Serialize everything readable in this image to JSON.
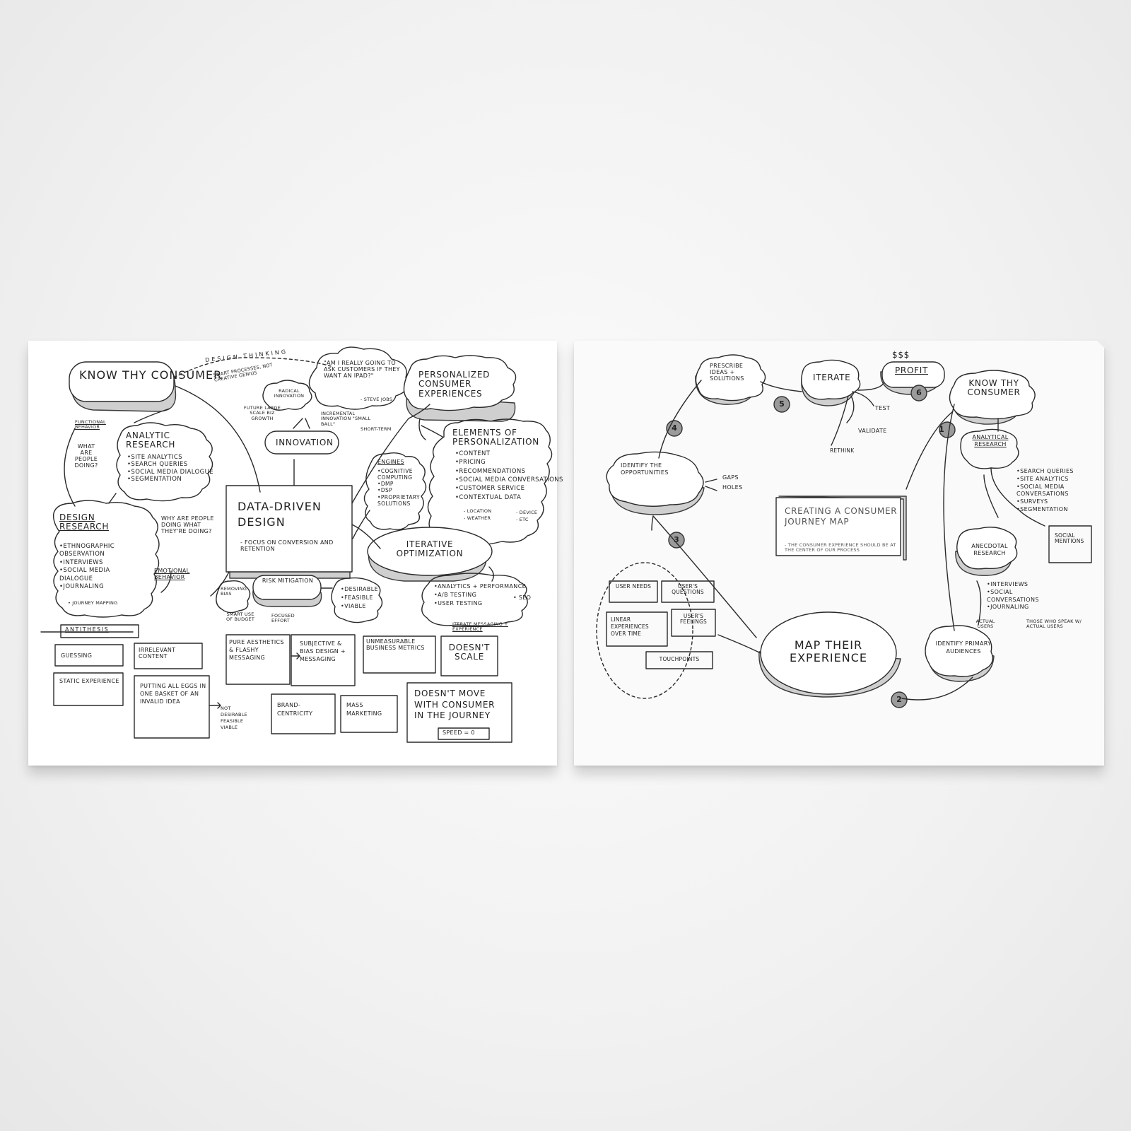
{
  "sheet_left": {
    "know_thy_consumer": "Know thy consumer",
    "design_thinking": "Design thinking",
    "smart_processes": "Smart processes, not creative genius",
    "quote": "\"Am I really going to ask customers if they want an iPad?\"",
    "quote_author": "- Steve Jobs",
    "radical_innovation": "Radical innovation",
    "future_large_scale": "Future large scale biz growth",
    "incremental_innovation": "Incremental innovation \"small ball\"",
    "short_term": "short-term",
    "innovation": "Innovation",
    "personalized": "Personalized consumer experiences",
    "functional_behavior": "Functional behavior",
    "what_are_people_doing": "What are people doing?",
    "analytic_research": "Analytic research",
    "analytic_items": [
      "Site analytics",
      "Search queries",
      "Social media dialogue",
      "Segmentation"
    ],
    "elements_title": "Elements of personalization",
    "elements_items": [
      "Content",
      "Pricing",
      "Recommendations",
      "Social media conversations",
      "Customer service",
      "Contextual data"
    ],
    "ctx_location": "- Location",
    "ctx_weather": "- Weather",
    "ctx_device": "- Device",
    "ctx_etc": "- Etc",
    "engines_title": "Engines",
    "engines_items": [
      "Cognitive computing",
      "DMP",
      "DSP",
      "Proprietary solutions"
    ],
    "data_driven": "Data-driven design",
    "data_driven_sub": "- Focus on conversion and retention",
    "design_research": "Design research",
    "design_research_items": [
      "Ethnographic observation",
      "Interviews",
      "Social media dialogue",
      "Journaling"
    ],
    "journey_mapping": "• Journey mapping",
    "why_people": "Why are people doing what they're doing?",
    "emotional_behavior": "Emotional behavior",
    "iterative_optimization": "Iterative optimization",
    "risk_mitigation": "Risk mitigation",
    "removing_bias": "Removing bias",
    "smart_budget": "Smart use of budget",
    "focused_effort": "Focused effort",
    "dfv": [
      "Desirable",
      "Feasible",
      "Viable"
    ],
    "analytics_items": [
      "Analytics + performance",
      "A/B testing",
      "User testing"
    ],
    "seo": "• SEO",
    "iterate_messaging": "Iterate messaging + experience",
    "antithesis": "Antithesis",
    "boxes": {
      "guessing": "Guessing",
      "irrelevant": "Irrelevant content",
      "pure_aesthetics": "Pure aesthetics & flashy messaging",
      "subjective": "Subjective & bias design + messaging",
      "unmeasurable": "Unmeasurable business metrics",
      "doesnt_scale": "Doesn't scale",
      "static": "Static experience",
      "putting_eggs": "Putting all eggs in one basket of an invalid idea",
      "not_dfv": "Not desirable feasible viable",
      "brand_centricity": "Brand-centricity",
      "mass_marketing": "Mass marketing",
      "doesnt_move": "Doesn't move with consumer in the journey",
      "speed": "Speed = 0"
    }
  },
  "sheet_right": {
    "prescribe": "Prescribe ideas + solutions",
    "iterate": "Iterate",
    "profit_symbol": "$$$",
    "profit": "Profit",
    "know_thy_consumer": "Know thy consumer",
    "test": "Test",
    "validate": "Validate",
    "rethink": "Rethink",
    "identify_opportunities": "Identify the opportunities",
    "gaps": "Gaps",
    "holes": "Holes",
    "analytical_research": "Analytical research",
    "analytical_items": [
      "Search queries",
      "Site analytics",
      "Social media conversations",
      "Surveys",
      "Segmentation"
    ],
    "social_mentions": "Social mentions",
    "creating_title": "Creating a consumer journey map",
    "creating_sub": "- The consumer experience should be at the center of our process",
    "anecdotal_research": "Anecdotal research",
    "anecdotal_items": [
      "Interviews",
      "Social conversations",
      "Journaling"
    ],
    "actual_users": "Actual users",
    "those_who_speak": "Those who speak w/ actual users",
    "user_needs": "User needs",
    "users_questions": "User's questions",
    "linear_experiences": "Linear experiences over time",
    "users_feelings": "User's feelings",
    "touchpoints": "Touchpoints",
    "map_experience": "Map their experience",
    "identify_primary": "Identify primary audiences",
    "steps": [
      "1",
      "2",
      "3",
      "4",
      "5",
      "6"
    ]
  }
}
